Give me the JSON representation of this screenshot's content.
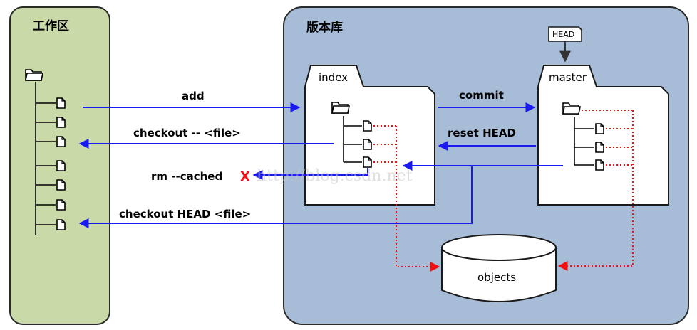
{
  "workspace": {
    "title": "工作区"
  },
  "repository": {
    "title": "版本库"
  },
  "index": {
    "label": "index"
  },
  "master": {
    "label": "master"
  },
  "head": {
    "label": "HEAD"
  },
  "objects": {
    "label": "objects"
  },
  "commands": {
    "add": "add",
    "checkout_file": "checkout -- <file>",
    "rm_cached": "rm --cached",
    "rm_cached_mark": "X",
    "checkout_head_file": "checkout HEAD <file>",
    "commit": "commit",
    "reset_head": "reset HEAD"
  },
  "watermark": "http://blog.csdn.net",
  "colors": {
    "workspace_fill": "#cad9a8",
    "repository_fill": "#a7bcd6",
    "arrow_blue": "#1a1aee",
    "arrow_red": "#ee1111"
  }
}
